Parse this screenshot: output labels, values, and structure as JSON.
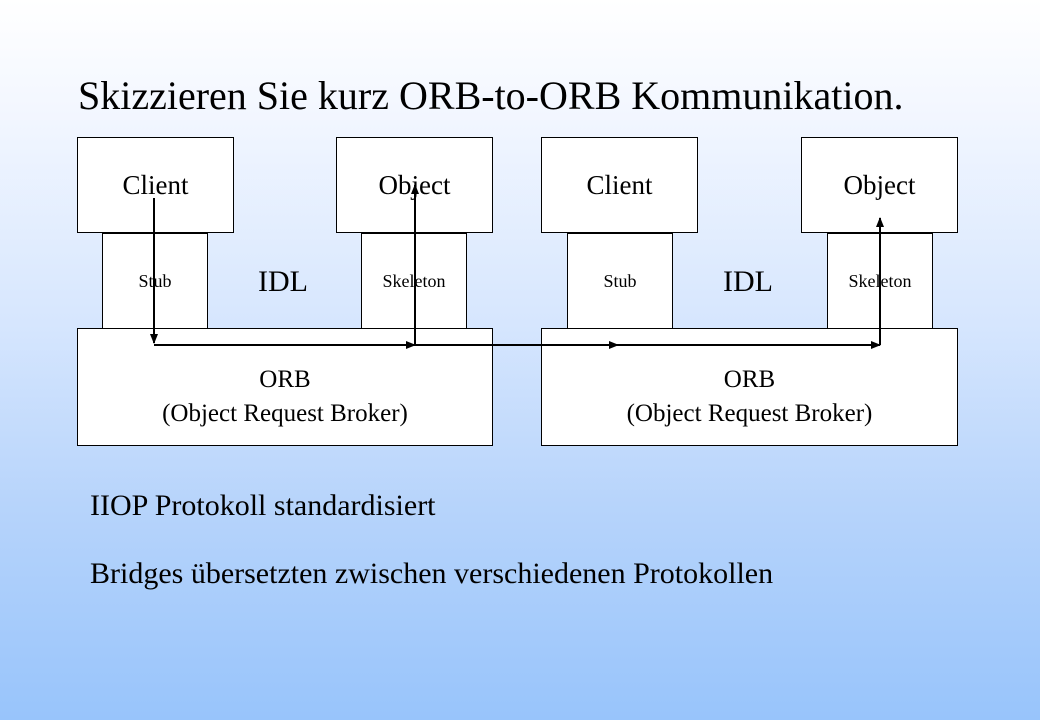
{
  "title": "Skizzieren Sie kurz ORB-to-ORB Kommunikation.",
  "left": {
    "client": "Client",
    "object": "Object",
    "stub": "Stub",
    "skeleton": "Skeleton",
    "idl": "IDL",
    "orb_line1": "ORB",
    "orb_line2": "(Object Request Broker)"
  },
  "right": {
    "client": "Client",
    "object": "Object",
    "stub": "Stub",
    "skeleton": "Skeleton",
    "idl": "IDL",
    "orb_line1": "ORB",
    "orb_line2": "(Object Request Broker)"
  },
  "notes": [
    "IIOP Protokoll standardisiert",
    "Bridges übersetzten zwischen verschiedenen Protokollen"
  ],
  "colors": {
    "background_top": "#ffffff",
    "background_bottom": "#98c4fb",
    "box_fill": "#ffffff",
    "line": "#000000"
  }
}
